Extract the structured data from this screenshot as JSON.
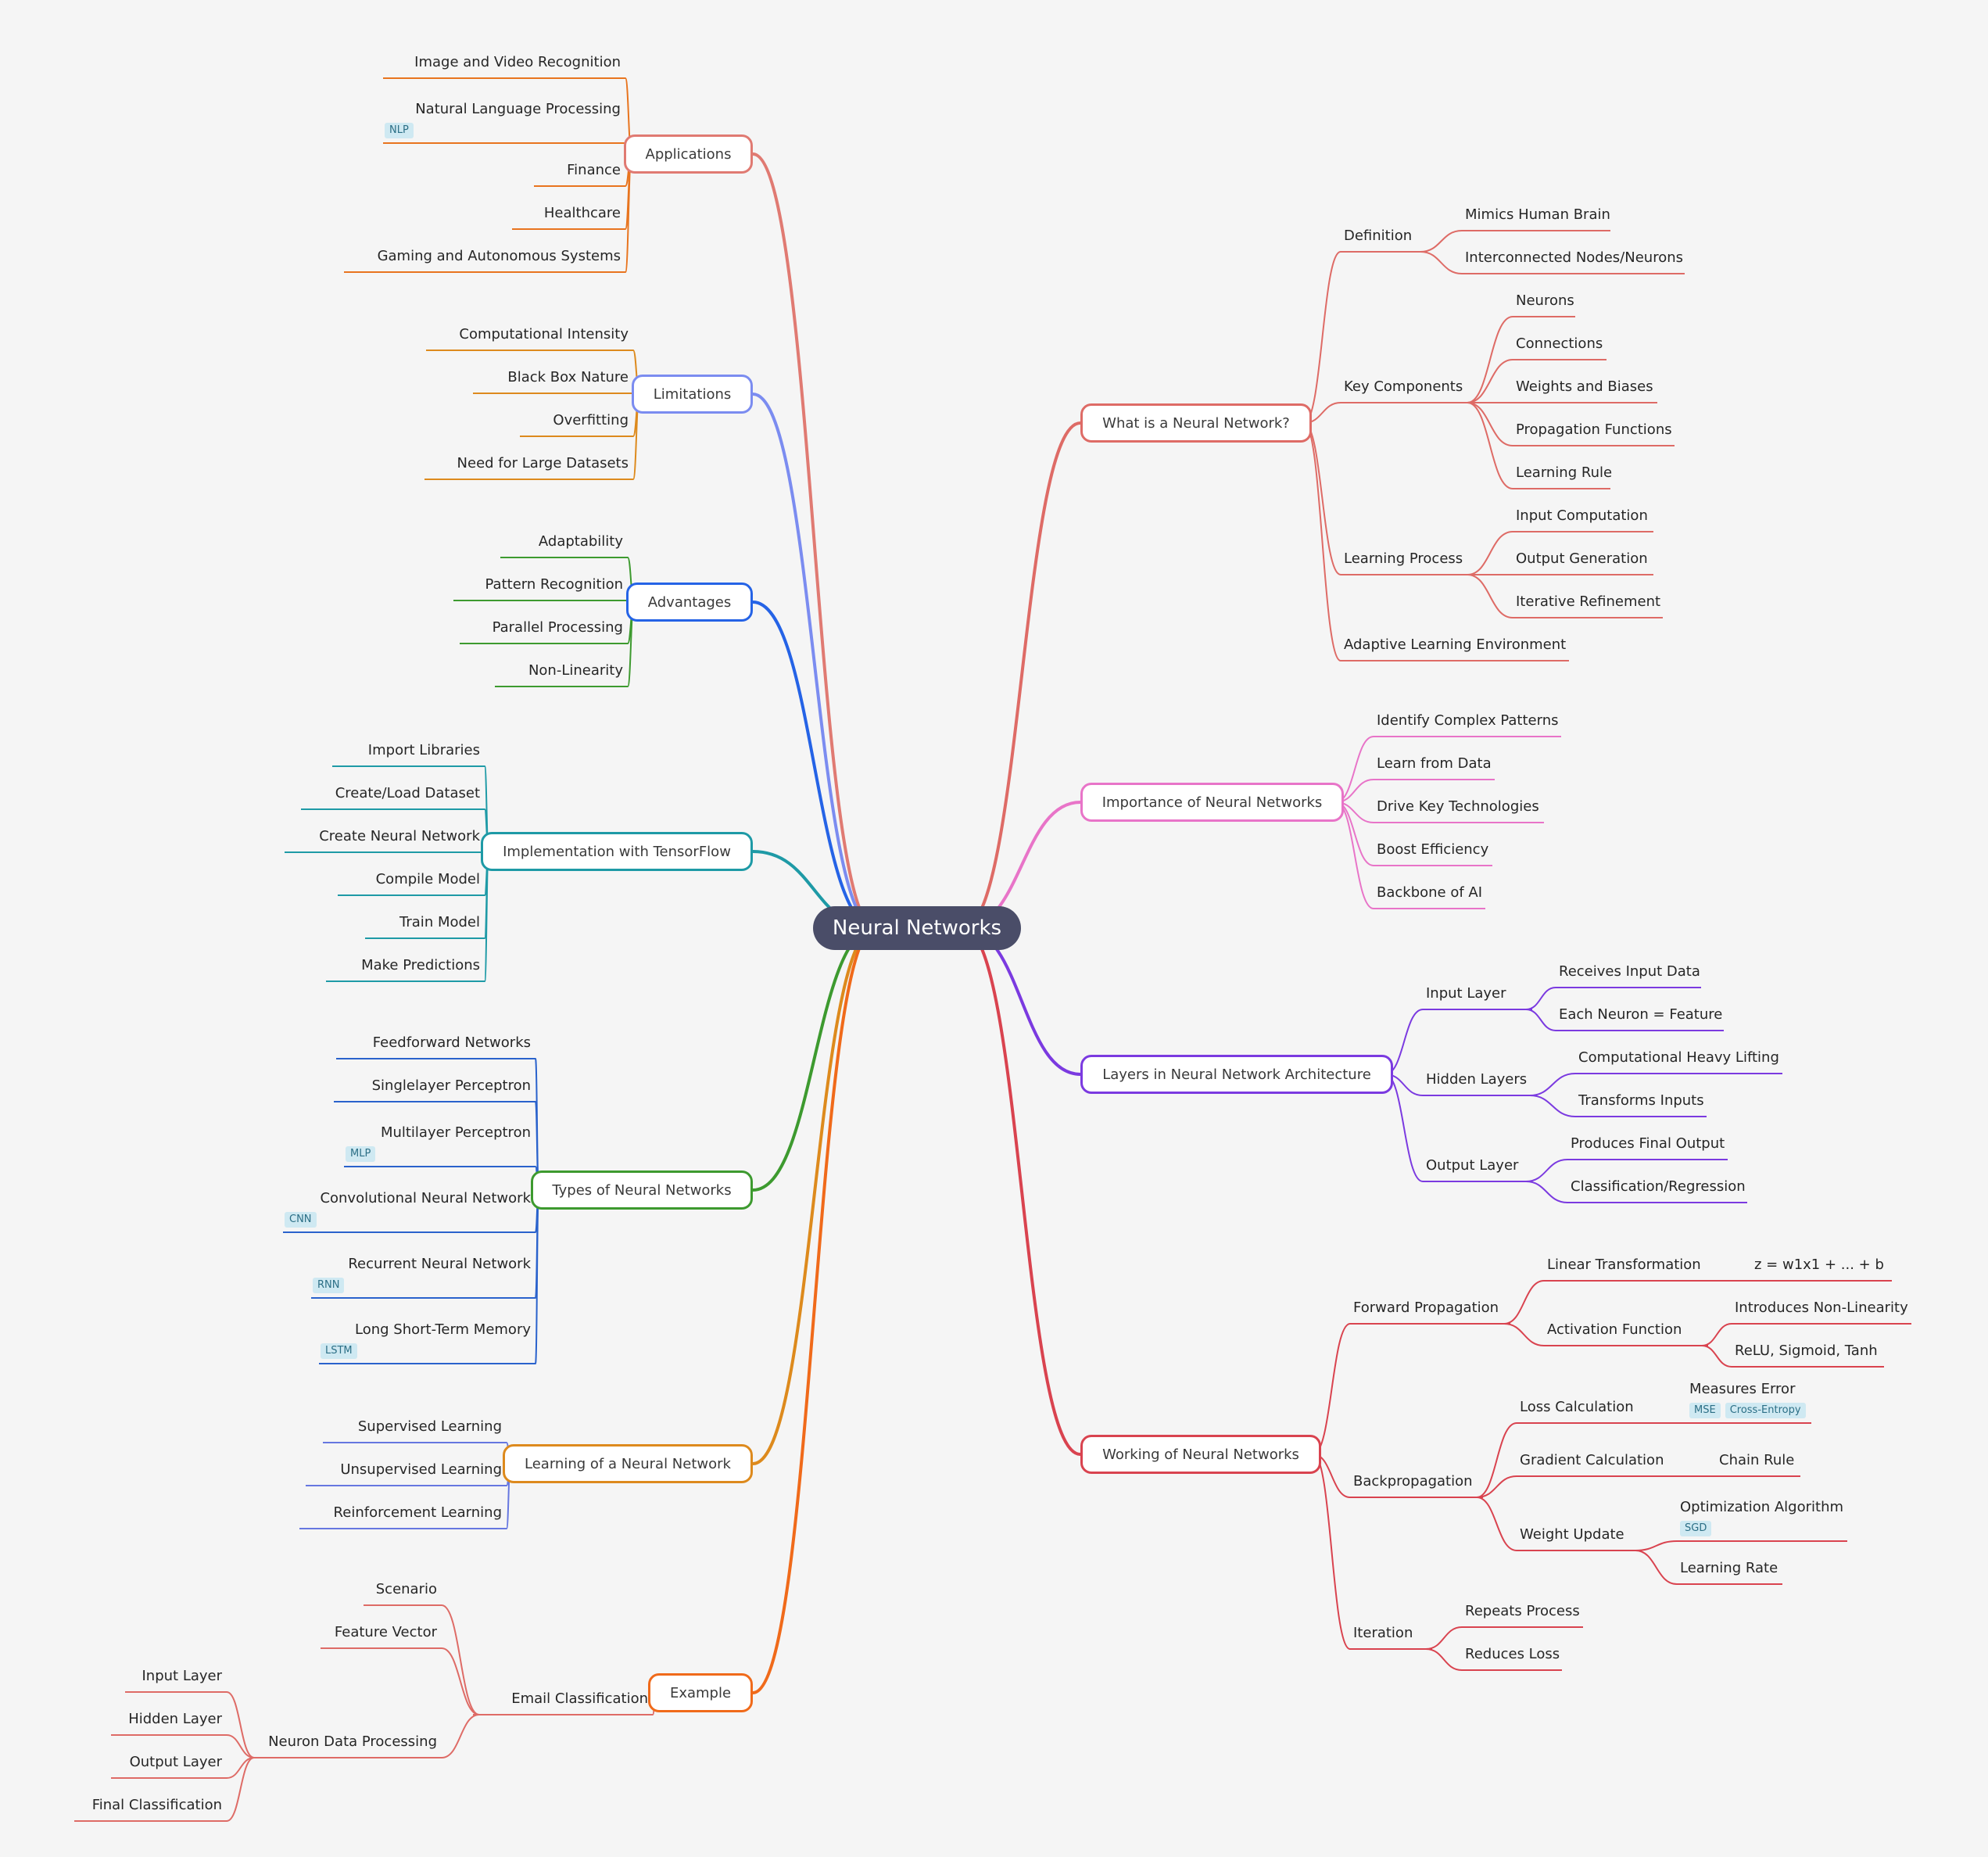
{
  "root": "Neural Networks",
  "branches": {
    "applications": {
      "label": "Applications",
      "color": "#e07a72",
      "child_color": "#e8741e",
      "children": [
        {
          "label": "Image and Video Recognition"
        },
        {
          "label": "Natural Language Processing",
          "tags": [
            "NLP"
          ]
        },
        {
          "label": "Finance"
        },
        {
          "label": "Healthcare"
        },
        {
          "label": "Gaming and Autonomous Systems"
        }
      ]
    },
    "limitations": {
      "label": "Limitations",
      "color": "#7b8cf0",
      "child_color": "#dd8a1d",
      "children": [
        {
          "label": "Computational Intensity"
        },
        {
          "label": "Black Box Nature"
        },
        {
          "label": "Overfitting"
        },
        {
          "label": "Need for Large Datasets"
        }
      ]
    },
    "advantages": {
      "label": "Advantages",
      "color": "#2563e6",
      "child_color": "#3d9a2f",
      "children": [
        {
          "label": "Adaptability"
        },
        {
          "label": "Pattern Recognition"
        },
        {
          "label": "Parallel Processing"
        },
        {
          "label": "Non-Linearity"
        }
      ]
    },
    "implementation": {
      "label": "Implementation with TensorFlow",
      "color": "#1e9aa6",
      "child_color": "#1e9aa6",
      "children": [
        {
          "label": "Import Libraries"
        },
        {
          "label": "Create/Load Dataset"
        },
        {
          "label": "Create Neural Network"
        },
        {
          "label": "Compile Model"
        },
        {
          "label": "Train Model"
        },
        {
          "label": "Make Predictions"
        }
      ]
    },
    "types": {
      "label": "Types of Neural Networks",
      "color": "#3d9a2f",
      "child_color": "#2a62cc",
      "children": [
        {
          "label": "Feedforward Networks"
        },
        {
          "label": "Singlelayer Perceptron"
        },
        {
          "label": "Multilayer Perceptron",
          "tags": [
            "MLP"
          ]
        },
        {
          "label": "Convolutional Neural Network",
          "tags": [
            "CNN"
          ]
        },
        {
          "label": "Recurrent Neural Network",
          "tags": [
            "RNN"
          ]
        },
        {
          "label": "Long Short-Term Memory",
          "tags": [
            "LSTM"
          ]
        }
      ]
    },
    "learning": {
      "label": "Learning of a Neural Network",
      "color": "#dd8a1d",
      "child_color": "#6677e0",
      "children": [
        {
          "label": "Supervised Learning"
        },
        {
          "label": "Unsupervised Learning"
        },
        {
          "label": "Reinforcement Learning"
        }
      ]
    },
    "example": {
      "label": "Example",
      "color": "#f06a1a",
      "child_color": "#de6b66",
      "children": [
        {
          "label": "Email Classification",
          "children": [
            {
              "label": "Scenario"
            },
            {
              "label": "Feature Vector"
            },
            {
              "label": "Neuron Data Processing",
              "children": [
                {
                  "label": "Input Layer"
                },
                {
                  "label": "Hidden Layer"
                },
                {
                  "label": "Output Layer"
                },
                {
                  "label": "Final Classification"
                }
              ]
            }
          ]
        }
      ]
    },
    "what": {
      "label": "What is a Neural Network?",
      "color": "#de6b66",
      "child_color": "#de6b66",
      "children": [
        {
          "label": "Definition",
          "children": [
            {
              "label": "Mimics Human Brain"
            },
            {
              "label": "Interconnected Nodes/Neurons"
            }
          ]
        },
        {
          "label": "Key Components",
          "children": [
            {
              "label": "Neurons"
            },
            {
              "label": "Connections"
            },
            {
              "label": "Weights and Biases"
            },
            {
              "label": "Propagation Functions"
            },
            {
              "label": "Learning Rule"
            }
          ]
        },
        {
          "label": "Learning Process",
          "children": [
            {
              "label": "Input Computation"
            },
            {
              "label": "Output Generation"
            },
            {
              "label": "Iterative Refinement"
            }
          ]
        },
        {
          "label": "Adaptive Learning Environment"
        }
      ]
    },
    "importance": {
      "label": "Importance of Neural Networks",
      "color": "#e874c8",
      "child_color": "#e874c8",
      "children": [
        {
          "label": "Identify Complex Patterns"
        },
        {
          "label": "Learn from Data"
        },
        {
          "label": "Drive Key Technologies"
        },
        {
          "label": "Boost Efficiency"
        },
        {
          "label": "Backbone of AI"
        }
      ]
    },
    "layers": {
      "label": "Layers in Neural Network Architecture",
      "color": "#7b3ae0",
      "child_color": "#7b3ae0",
      "children": [
        {
          "label": "Input Layer",
          "children": [
            {
              "label": "Receives Input Data"
            },
            {
              "label": "Each Neuron = Feature"
            }
          ]
        },
        {
          "label": "Hidden Layers",
          "children": [
            {
              "label": "Computational Heavy Lifting"
            },
            {
              "label": "Transforms Inputs"
            }
          ]
        },
        {
          "label": "Output Layer",
          "children": [
            {
              "label": "Produces Final Output"
            },
            {
              "label": "Classification/Regression"
            }
          ]
        }
      ]
    },
    "working": {
      "label": "Working of Neural Networks",
      "color": "#d9434f",
      "child_color": "#d9434f",
      "children": [
        {
          "label": "Forward Propagation",
          "children": [
            {
              "label": "Linear Transformation",
              "children": [
                {
                  "label": "z = w1x1 + ... + b"
                }
              ]
            },
            {
              "label": "Activation Function",
              "children": [
                {
                  "label": "Introduces Non-Linearity"
                },
                {
                  "label": "ReLU, Sigmoid, Tanh"
                }
              ]
            }
          ]
        },
        {
          "label": "Backpropagation",
          "children": [
            {
              "label": "Loss Calculation",
              "children": [
                {
                  "label": "Measures Error",
                  "tags": [
                    "MSE",
                    "Cross-Entropy"
                  ]
                }
              ]
            },
            {
              "label": "Gradient Calculation",
              "children": [
                {
                  "label": "Chain Rule"
                }
              ]
            },
            {
              "label": "Weight Update",
              "children": [
                {
                  "label": "Optimization Algorithm",
                  "tags": [
                    "SGD"
                  ]
                },
                {
                  "label": "Learning Rate"
                }
              ]
            }
          ]
        },
        {
          "label": "Iteration",
          "children": [
            {
              "label": "Repeats Process"
            },
            {
              "label": "Reduces Loss"
            }
          ]
        }
      ]
    }
  }
}
